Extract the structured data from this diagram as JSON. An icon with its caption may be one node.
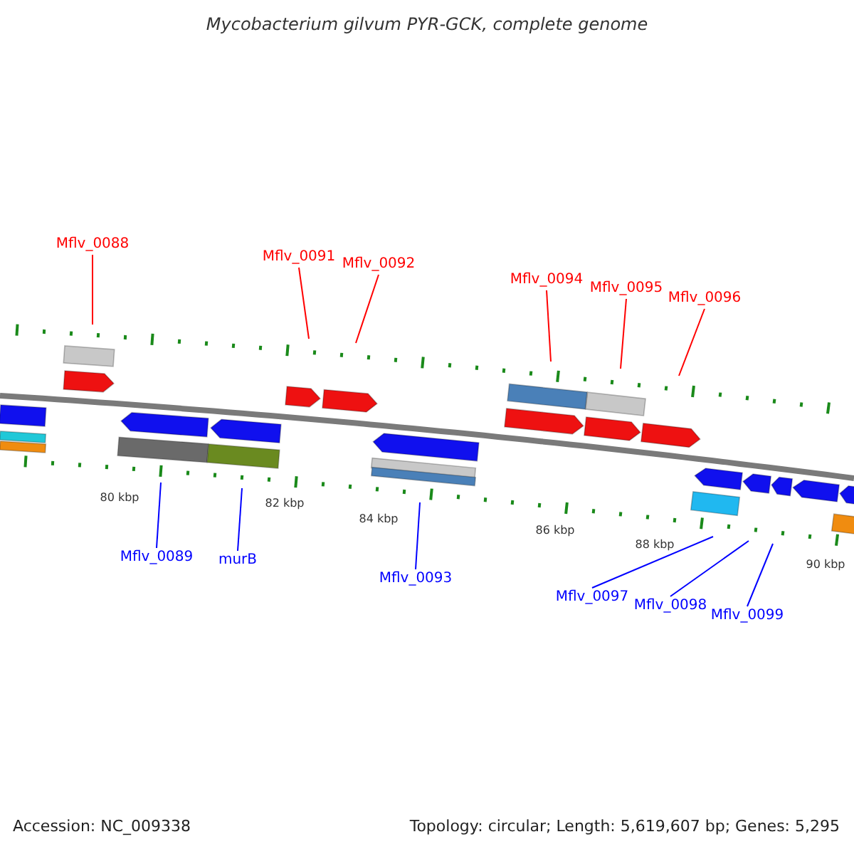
{
  "diagram": {
    "title": "Mycobacterium gilvum PYR-GCK, complete genome",
    "nodes": [
      {
        "text": [
          "Mflv_0088"
        ]
      },
      {
        "text": [
          "Mflv_0091"
        ]
      },
      {
        "text": [
          "Mflv_0092"
        ]
      },
      {
        "text": [
          "Mflv_0094"
        ]
      },
      {
        "text": [
          "Mflv_0095"
        ]
      },
      {
        "text": [
          "Mflv_0096"
        ]
      },
      {
        "text": [
          "Mflv_0089"
        ]
      },
      {
        "text": [
          "murB"
        ]
      },
      {
        "text": [
          "Mflv_0093"
        ]
      },
      {
        "text": [
          "Mflv_0097"
        ]
      },
      {
        "text": [
          "Mflv_0098"
        ]
      },
      {
        "text": [
          "Mflv_0099"
        ]
      }
    ],
    "edges": [
      {
        "from": 0,
        "to": null,
        "arrow": "none"
      },
      {
        "from": 1,
        "to": null,
        "arrow": "none"
      },
      {
        "from": 2,
        "to": null,
        "arrow": "none"
      },
      {
        "from": 3,
        "to": null,
        "arrow": "none"
      },
      {
        "from": 4,
        "to": null,
        "arrow": "none"
      },
      {
        "from": 5,
        "to": null,
        "arrow": "none"
      },
      {
        "from": 6,
        "to": null,
        "arrow": "none",
        "color": "#0000ff"
      },
      {
        "from": 7,
        "to": null,
        "arrow": "none",
        "color": "#0000ff"
      },
      {
        "from": 8,
        "to": null,
        "arrow": "none",
        "color": "#0000ff"
      },
      {
        "from": 9,
        "to": null,
        "arrow": "none",
        "color": "#0000ff"
      },
      {
        "from": 10,
        "to": null,
        "arrow": "none",
        "color": "#0000ff"
      },
      {
        "from": 11,
        "to": null,
        "arrow": "none",
        "color": "#0000ff"
      }
    ],
    "labels": [
      "80 kbp",
      "82 kbp",
      "84 kbp",
      "86 kbp",
      "88 kbp",
      "90 kbp",
      "Accession: NC_009338",
      "Topology: circular; Length: 5,619,607 bp; Genes: 5,295"
    ]
  }
}
